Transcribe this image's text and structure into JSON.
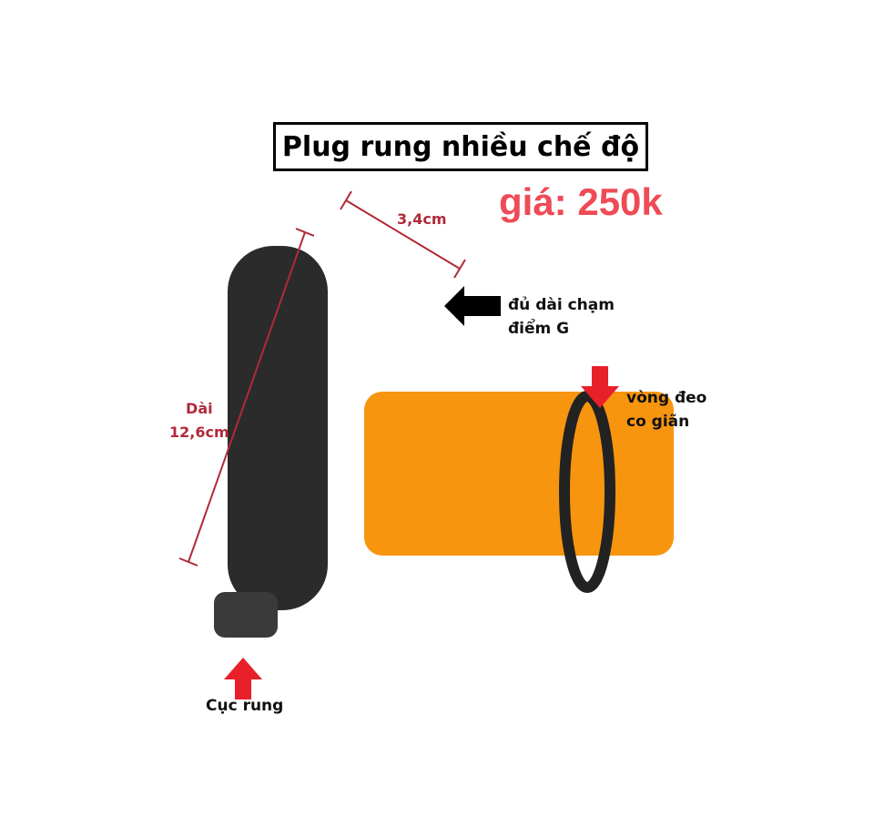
{
  "title": "Plug rung nhiều chế độ",
  "price": "giá: 250k",
  "dimensions": {
    "width_label": "3,4cm",
    "length_label_line1": "Dài",
    "length_label_line2": "12,6cm"
  },
  "callouts": {
    "tip_line1": "đủ dài chạm",
    "tip_line2": "điểm G",
    "ring_line1": "vòng đeo",
    "ring_line2": "co giãn",
    "motor": "Cục rung"
  },
  "colors": {
    "price": "#ee4b57",
    "dimension": "#b02a3a",
    "arrow_red": "#e8202a",
    "arrow_black": "#000000",
    "product": "#2b2b2b",
    "placeholder_orange": "#f7950f"
  }
}
